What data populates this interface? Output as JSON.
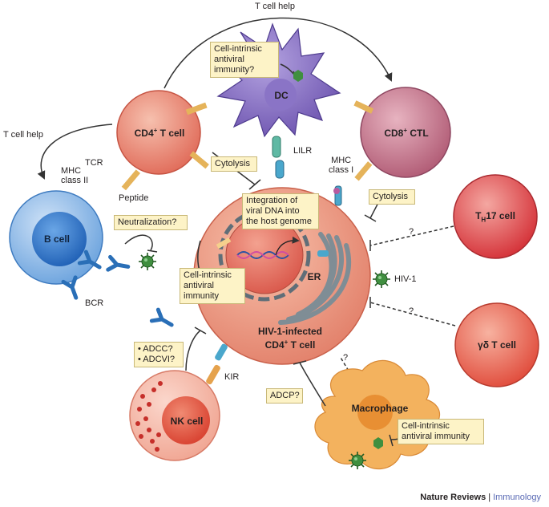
{
  "colors": {
    "cd4": "#e56b5a",
    "cd8": "#b65a73",
    "dc": "#7a63b8",
    "bcell": "#2f6fc2",
    "infected": "#e58a72",
    "nk": "#e65a48",
    "th17": "#d9383c",
    "gd": "#e4503e",
    "macrophage": "#f2a449",
    "box": "#fdf3c7",
    "virus": "#3f8f3f"
  },
  "labels": {
    "t_help_top": "T cell help",
    "t_help_left": "T cell help",
    "cd4_sup": "+",
    "cd4_pre": "CD4",
    "cd4_post": " T cell",
    "cd8_pre": "CD8",
    "cd8_sup": "+",
    "cd8_post": " CTL",
    "dc": "DC",
    "lilr": "LILR",
    "mhc2_a": "MHC",
    "mhc2_b": "class II",
    "tcr": "TCR",
    "peptide": "Peptide",
    "mhc1_a": "MHC",
    "mhc1_b": "class I",
    "bcell": "B cell",
    "bcr": "BCR",
    "er": "ER",
    "hiv": "HIV-1",
    "infected_a": "HIV-1-infected",
    "infected_b_pre": "CD4",
    "infected_b_sup": "+",
    "infected_b_post": " T cell",
    "th17_pre": "T",
    "th17_sub": "H",
    "th17_post": "17 cell",
    "gd": "γδ T cell",
    "kir": "KIR",
    "nk": "NK cell",
    "macrophage": "Macrophage",
    "q1": "?",
    "q2": "?",
    "q3": "?"
  },
  "boxes": {
    "dc_intrinsic": [
      "Cell-intrinsic",
      "antiviral",
      "immunity?"
    ],
    "cytolysis_left": [
      "Cytolysis"
    ],
    "cytolysis_right": [
      "Cytolysis"
    ],
    "integration": [
      "Integration of",
      "viral DNA into",
      "the host genome"
    ],
    "neutralization": [
      "Neutralization?"
    ],
    "infected_intrinsic": [
      "Cell-intrinsic",
      "antiviral",
      "immunity"
    ],
    "adcc": [
      "• ADCC?",
      "• ADCVI?"
    ],
    "adcp": [
      "ADCP?"
    ],
    "mac_intrinsic": [
      "Cell-intrinsic",
      "antiviral immunity"
    ]
  },
  "credit": {
    "publisher": "Nature Reviews",
    "separator": "|",
    "journal": "Immunology"
  }
}
